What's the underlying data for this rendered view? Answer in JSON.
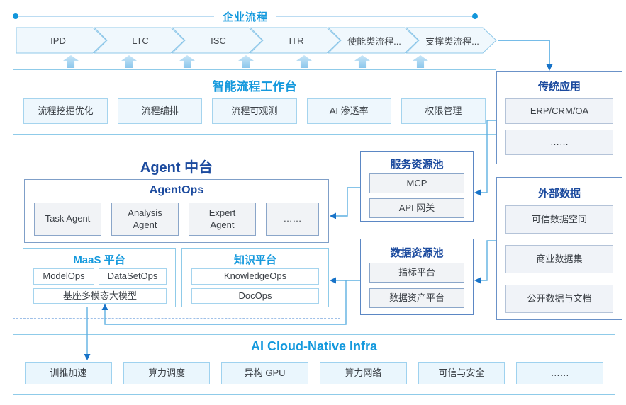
{
  "header": {
    "title": "企业流程"
  },
  "process_chain": {
    "items": [
      "IPD",
      "LTC",
      "ISC",
      "ITR",
      "使能类流程...",
      "支撑类流程..."
    ]
  },
  "workbench": {
    "title": "智能流程工作台",
    "items": [
      "流程挖掘优化",
      "流程编排",
      "流程可观测",
      "AI 渗透率",
      "权限管理"
    ]
  },
  "legacy_apps": {
    "title": "传统应用",
    "items": [
      "ERP/CRM/OA",
      "……"
    ]
  },
  "agent_platform": {
    "title": "Agent 中台",
    "agentops": {
      "title": "AgentOps",
      "items": [
        "Task Agent",
        "Analysis Agent",
        "Expert Agent",
        "……"
      ]
    },
    "maas": {
      "title": "MaaS 平台",
      "items": [
        "ModelOps",
        "DataSetOps"
      ],
      "base_model": "基座多模态大模型"
    },
    "knowledge": {
      "title": "知识平台",
      "items": [
        "KnowledgeOps",
        "DocOps"
      ]
    }
  },
  "service_pool": {
    "title": "服务资源池",
    "items": [
      "MCP",
      "API 网关"
    ]
  },
  "data_pool": {
    "title": "数据资源池",
    "items": [
      "指标平台",
      "数据资产平台"
    ]
  },
  "external_data": {
    "title": "外部数据",
    "items": [
      "可信数据空间",
      "商业数据集",
      "公开数据与文档"
    ]
  },
  "infra": {
    "title": "AI Cloud-Native Infra",
    "items": [
      "训推加速",
      "算力调度",
      "异构 GPU",
      "算力网络",
      "可信与安全",
      "……"
    ]
  },
  "colors": {
    "accent_bright_blue": "#1499dd",
    "accent_navy": "#1b4a9e",
    "connector_line": "#5fb0e2",
    "arrowhead": "#1873c8",
    "chevron_fill": "#f0f8fd",
    "chevron_border": "#8fc8e9"
  }
}
